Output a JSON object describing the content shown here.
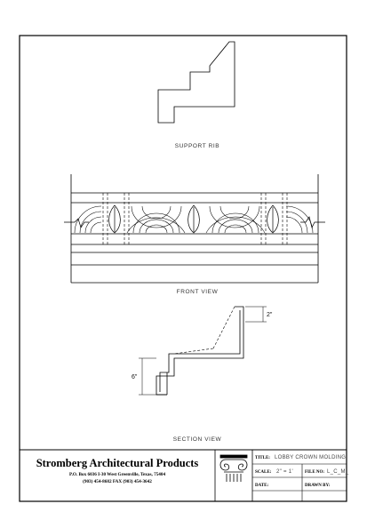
{
  "views": {
    "support_rib": "SUPPORT RIB",
    "front_view": "FRONT VIEW",
    "section_view": "SECTION VIEW"
  },
  "dimensions": {
    "top_height": "2\"",
    "step_height": "6\""
  },
  "company": {
    "name": "Stromberg Architectural Products",
    "address": "P.O. Box 6036    I-30 West    Greenville, Texas, 75404",
    "phone": "(903) 454-8682    FAX (903) 454-3642"
  },
  "title_block": {
    "title_label": "TITLE:",
    "title_value": "LOBBY CROWN MOLDING",
    "scale_label": "SCALE:",
    "scale_value": "2\" = 1'",
    "file_label": "FILE NO:",
    "file_value": "L_C_M_",
    "date_label": "DATE:",
    "date_value": "",
    "drawn_label": "DRAWN BY:",
    "drawn_value": ""
  },
  "colors": {
    "ink": "#000000",
    "paper": "#ffffff"
  }
}
